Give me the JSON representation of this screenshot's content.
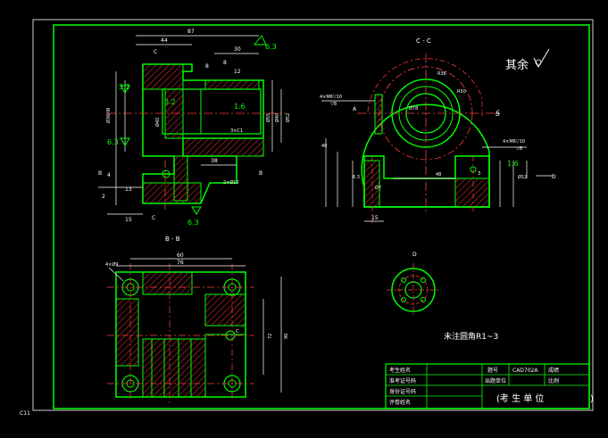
{
  "drawing": {
    "labels": {
      "section_cc": "C - C",
      "section_bb": "B - B",
      "view_d": "D",
      "rest_roughness": "其余",
      "fillet_note": "未注圆角R1~3",
      "coord_label": "C11"
    },
    "dims_top": [
      "87",
      "44",
      "30",
      "6.3",
      "8",
      "8",
      "12",
      "3.2",
      "1.6",
      "6.3",
      "3.2",
      "6.3"
    ],
    "dims_left": [
      "Ø36H8",
      "Ø40",
      "Ø55",
      "Ø40",
      "Ø52"
    ],
    "dims_misc": [
      "3×C1",
      "38",
      "2×Ø12",
      "15",
      "13",
      "4",
      "6.3",
      "2",
      "15",
      "B",
      "C",
      "B",
      "C"
    ],
    "dims_cc": [
      "4×M6▽10",
      "▽8",
      "R50",
      "Ø78",
      "R36",
      "40",
      "Ø7",
      "48",
      "4×M6▽10",
      "▽8",
      "1.6",
      "3",
      "15",
      "Ø12",
      "C",
      "A",
      "D",
      "D"
    ],
    "dims_bb": [
      "4×Ø9",
      "60",
      "76",
      "72",
      "96",
      "C"
    ],
    "title_block": {
      "rows": [
        [
          "考生姓名",
          "",
          "题号",
          "CAD702A",
          "成绩"
        ],
        [
          "准考证号码",
          "",
          "出题单位",
          "",
          "比例"
        ],
        [
          "身份证号码",
          "",
          "",
          "",
          ""
        ],
        [
          "评卷姓名",
          "",
          "(考 生 单 位",
          "",
          ""
        ]
      ],
      "closing_paren": ")"
    }
  }
}
